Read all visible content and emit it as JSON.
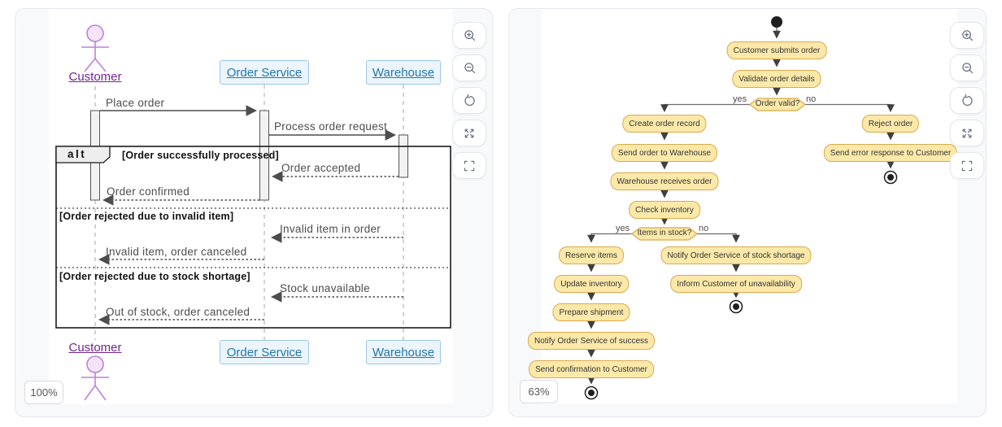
{
  "left_panel": {
    "zoom_label": "100%",
    "sequence": {
      "participants": {
        "customer": "Customer",
        "order_service": "Order Service",
        "warehouse": "Warehouse"
      },
      "alt_operator": "alt",
      "guards": {
        "success": "[Order successfully processed]",
        "invalid_item": "[Order rejected due to invalid item]",
        "stock_shortage": "[Order rejected due to stock shortage]"
      },
      "messages": {
        "place_order": "Place order",
        "process_order_request": "Process order request",
        "order_accepted": "Order accepted",
        "order_confirmed": "Order confirmed",
        "invalid_item_in_order": "Invalid item in order",
        "invalid_item_order_canceled": "Invalid item, order canceled",
        "stock_unavailable": "Stock unavailable",
        "out_of_stock_order_canceled": "Out of stock, order canceled"
      }
    }
  },
  "right_panel": {
    "zoom_label": "63%",
    "activity": {
      "nodes": {
        "submit": "Customer submits order",
        "validate": "Validate order details",
        "create_record": "Create order record",
        "send_to_warehouse": "Send order to Warehouse",
        "receives_order": "Warehouse receives order",
        "check_inventory": "Check inventory",
        "reserve_items": "Reserve items",
        "update_inventory": "Update inventory",
        "prepare_shipment": "Prepare shipment",
        "notify_success": "Notify Order Service of success",
        "send_confirmation": "Send confirmation to Customer",
        "notify_shortage": "Notify Order Service of stock shortage",
        "inform_unavailability": "Inform Customer of unavailability",
        "reject_order": "Reject order",
        "send_error": "Send error response to Customer"
      },
      "decisions": {
        "order_valid": "Order valid?",
        "items_in_stock": "Items in stock?"
      },
      "branch_labels": {
        "d1_yes": "yes",
        "d1_no": "no",
        "d2_yes": "yes",
        "d2_no": "no"
      }
    }
  },
  "controls": {
    "icons": [
      "zoom-in",
      "zoom-out",
      "reset-view",
      "maximize",
      "fit-screen"
    ]
  },
  "colors": {
    "activity_fill": "#FCE9A9",
    "activity_border": "#D9A94C",
    "participant_fill": "#EBF5FB",
    "participant_border": "#9BC8E3",
    "participant_text": "#2277AE",
    "actor_stroke": "#BE81DC",
    "actor_text": "#71258F",
    "panel_bg": "#F8F9FB"
  }
}
